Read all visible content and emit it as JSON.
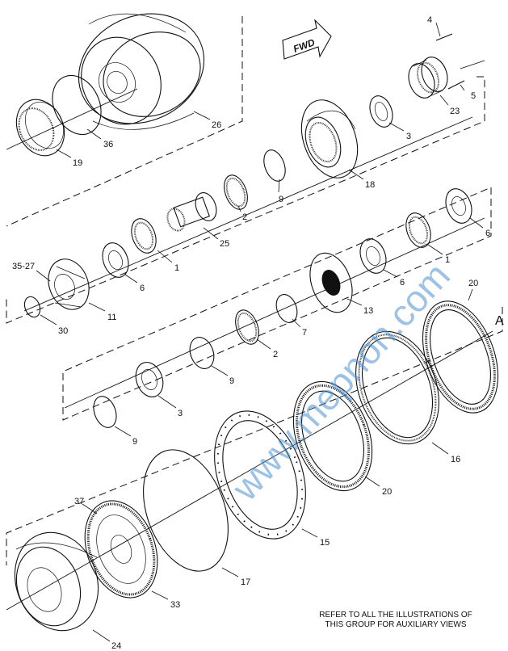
{
  "watermark": "www.mepnon.com",
  "fwd_arrow_label": "FWD",
  "section_marker": "A",
  "footer_note": {
    "line1": "REFER TO ALL THE ILLUSTRATIONS OF",
    "line2": "THIS GROUP FOR AUXILIARY VIEWS"
  },
  "callouts": {
    "c4": "4",
    "c5": "5",
    "c23": "23",
    "c3a": "3",
    "c26": "26",
    "c36": "36",
    "c19": "19",
    "c18": "18",
    "c9a": "9",
    "c2a": "2",
    "c25": "25",
    "c1a": "1",
    "c6a": "6",
    "c35_27": "35-27",
    "c11": "11",
    "c30": "30",
    "c6b": "6",
    "c1b": "1",
    "c6c": "6",
    "c13": "13",
    "c7": "7",
    "c2b": "2",
    "c9b": "9",
    "c3b": "3",
    "c9c": "9",
    "c20a": "20",
    "c16": "16",
    "c20b": "20",
    "c15": "15",
    "c37": "37",
    "c17": "17",
    "c33": "33",
    "c24": "24"
  }
}
